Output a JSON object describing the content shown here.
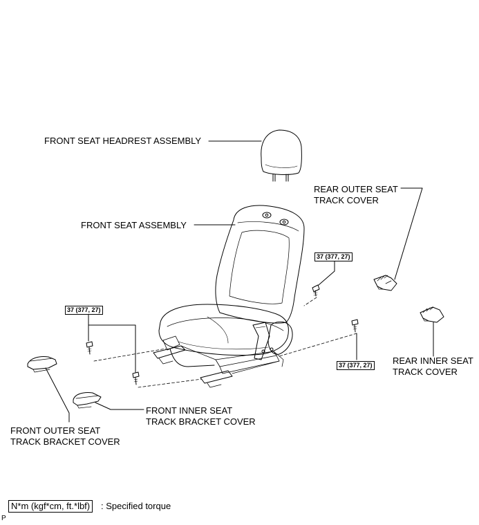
{
  "labels": {
    "headrest": "FRONT SEAT HEADREST ASSEMBLY",
    "seat_assembly": "FRONT SEAT ASSEMBLY",
    "rear_outer": [
      "REAR OUTER SEAT",
      "TRACK COVER"
    ],
    "rear_inner": [
      "REAR INNER SEAT",
      "TRACK COVER"
    ],
    "front_inner": [
      "FRONT INNER SEAT",
      "TRACK BRACKET COVER"
    ],
    "front_outer": [
      "FRONT OUTER SEAT",
      "TRACK BRACKET COVER"
    ]
  },
  "torque_values": {
    "right_upper": "37 (377, 27)",
    "left": "37 (377, 27)",
    "right_lower": "37 (377, 27)"
  },
  "legend": {
    "unit": "N*m (kgf*cm, ft.*lbf)",
    "description": ": Specified torque"
  },
  "corner_code": "P"
}
